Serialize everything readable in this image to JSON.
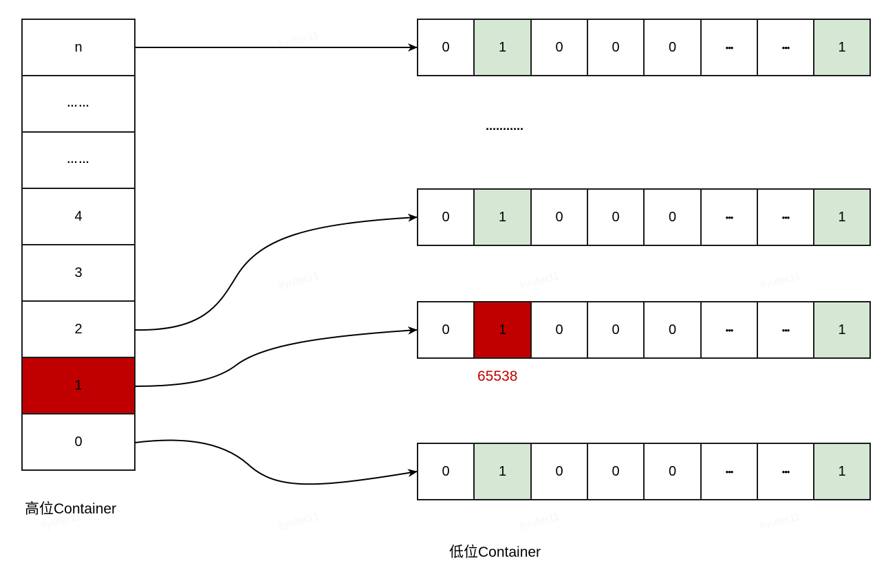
{
  "high_container": {
    "label": "高位Container",
    "cells": [
      {
        "text": "n",
        "style": "white"
      },
      {
        "text": "……",
        "style": "white"
      },
      {
        "text": "……",
        "style": "white"
      },
      {
        "text": "4",
        "style": "white"
      },
      {
        "text": "3",
        "style": "white"
      },
      {
        "text": "2",
        "style": "white"
      },
      {
        "text": "1",
        "style": "red"
      },
      {
        "text": "0",
        "style": "white"
      }
    ]
  },
  "low_container": {
    "label": "低位Container",
    "ellipsis": "···········",
    "rows": [
      {
        "name": "row-n",
        "cells": [
          {
            "text": "0",
            "style": "white"
          },
          {
            "text": "1",
            "style": "green"
          },
          {
            "text": "0",
            "style": "white"
          },
          {
            "text": "0",
            "style": "white"
          },
          {
            "text": "0",
            "style": "white"
          },
          {
            "text": "•••",
            "style": "white"
          },
          {
            "text": "•••",
            "style": "white"
          },
          {
            "text": "1",
            "style": "green"
          }
        ]
      },
      {
        "name": "row-2",
        "cells": [
          {
            "text": "0",
            "style": "white"
          },
          {
            "text": "1",
            "style": "green"
          },
          {
            "text": "0",
            "style": "white"
          },
          {
            "text": "0",
            "style": "white"
          },
          {
            "text": "0",
            "style": "white"
          },
          {
            "text": "•••",
            "style": "white"
          },
          {
            "text": "•••",
            "style": "white"
          },
          {
            "text": "1",
            "style": "green"
          }
        ]
      },
      {
        "name": "row-1",
        "cells": [
          {
            "text": "0",
            "style": "white"
          },
          {
            "text": "1",
            "style": "red"
          },
          {
            "text": "0",
            "style": "white"
          },
          {
            "text": "0",
            "style": "white"
          },
          {
            "text": "0",
            "style": "white"
          },
          {
            "text": "•••",
            "style": "white"
          },
          {
            "text": "•••",
            "style": "white"
          },
          {
            "text": "1",
            "style": "green"
          }
        ]
      },
      {
        "name": "row-0",
        "cells": [
          {
            "text": "0",
            "style": "white"
          },
          {
            "text": "1",
            "style": "green"
          },
          {
            "text": "0",
            "style": "white"
          },
          {
            "text": "0",
            "style": "white"
          },
          {
            "text": "0",
            "style": "white"
          },
          {
            "text": "•••",
            "style": "white"
          },
          {
            "text": "•••",
            "style": "white"
          },
          {
            "text": "1",
            "style": "green"
          }
        ]
      }
    ]
  },
  "highlight_annotation": "65538",
  "mappings": [
    {
      "from": "n",
      "to": "row-n"
    },
    {
      "from": "2",
      "to": "row-2"
    },
    {
      "from": "1",
      "to": "row-1"
    },
    {
      "from": "0",
      "to": "row-0"
    }
  ],
  "watermark": "liyufer11",
  "colors": {
    "green": "#d5e8d4",
    "red": "#c00000",
    "stroke": "#1a1a1a"
  }
}
